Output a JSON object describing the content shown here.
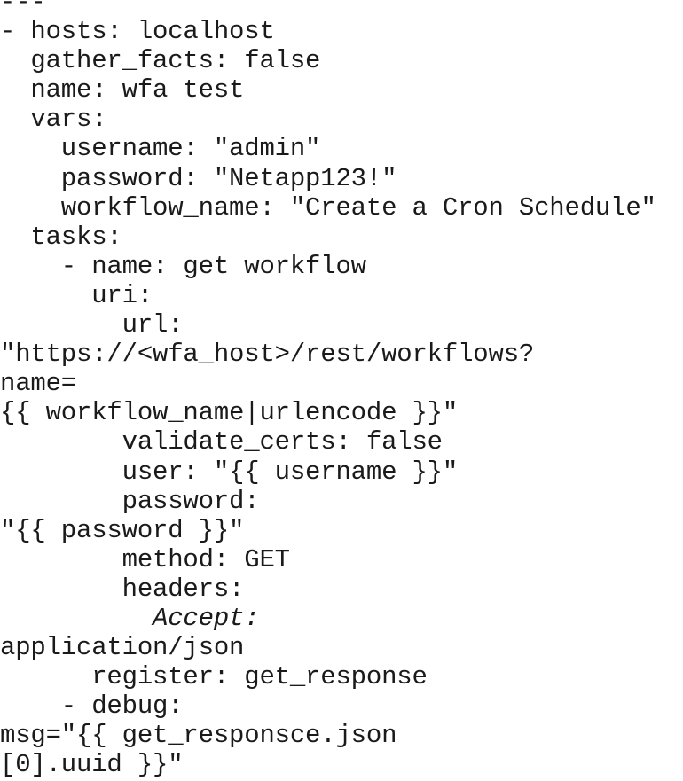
{
  "document": {
    "lines": [
      {
        "text": "---"
      },
      {
        "text": "- hosts: localhost"
      },
      {
        "text": "  gather_facts: false"
      },
      {
        "text": "  name: wfa test"
      },
      {
        "text": "  vars:"
      },
      {
        "text": "    username: \"admin\""
      },
      {
        "text": "    password: \"Netapp123!\""
      },
      {
        "text": "    workflow_name: \"Create a Cron Schedule\""
      },
      {
        "text": "  tasks:"
      },
      {
        "text": "    - name: get workflow"
      },
      {
        "text": "      uri:"
      },
      {
        "text": "        url:"
      },
      {
        "text": "\"https://<wfa_host>/rest/workflows?"
      },
      {
        "text": "name="
      },
      {
        "text": "{{ workflow_name|urlencode }}\""
      },
      {
        "text": "        validate_certs: false"
      },
      {
        "text": "        user: \"{{ username }}\""
      },
      {
        "text": "        password:"
      },
      {
        "text": "\"{{ password }}\""
      },
      {
        "text": "        method: GET"
      },
      {
        "text": "        headers:"
      },
      {
        "text": "          Accept:",
        "italic": true
      },
      {
        "text": "application/json"
      },
      {
        "text": "      register: get_response"
      },
      {
        "text": "    - debug:"
      },
      {
        "text": "msg=\"{{ get_responsce.json"
      },
      {
        "text": "[0].uuid }}\""
      }
    ]
  }
}
